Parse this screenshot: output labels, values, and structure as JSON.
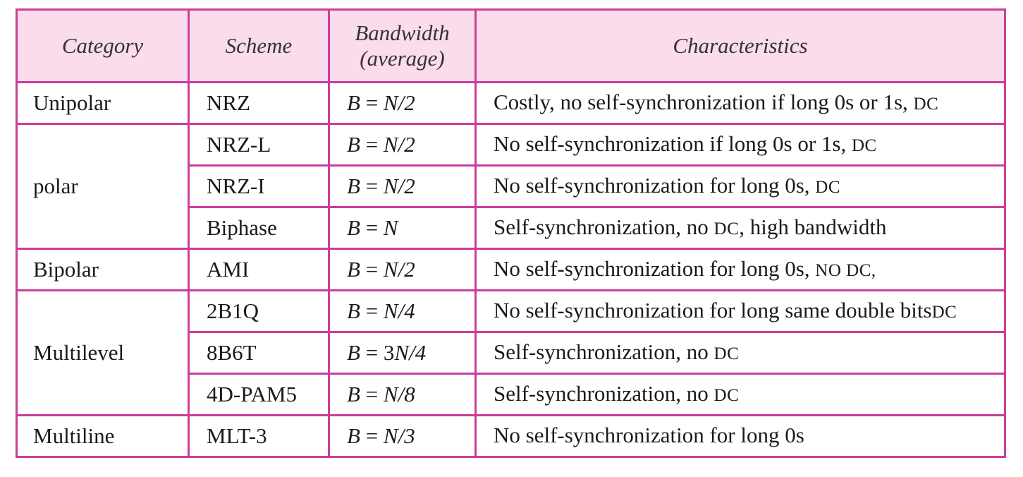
{
  "table": {
    "headers": {
      "category": "Category",
      "scheme": "Scheme",
      "bandwidth_line1": "Bandwidth",
      "bandwidth_line2": "(average)",
      "characteristics": "Characteristics"
    },
    "rows": [
      {
        "category": "Unipolar",
        "scheme": "NRZ",
        "bw_lhs": "B",
        "bw_eq": " = ",
        "bw_rhs": "N/2",
        "char_text": "Costly, no self-synchronization if long 0s or 1s, ",
        "char_dc": "DC",
        "char_tail": ""
      },
      {
        "category": "polar",
        "scheme": "NRZ-L",
        "bw_lhs": "B",
        "bw_eq": " = ",
        "bw_rhs": "N/2",
        "char_text": "No self-synchronization if long 0s or 1s, ",
        "char_dc": "DC",
        "char_tail": ""
      },
      {
        "category": "",
        "scheme": "NRZ-I",
        "bw_lhs": "B",
        "bw_eq": " = ",
        "bw_rhs": "N/2",
        "char_text": "No self-synchronization for long 0s, ",
        "char_dc": "DC",
        "char_tail": ""
      },
      {
        "category": "",
        "scheme": "Biphase",
        "bw_lhs": "B",
        "bw_eq": " = ",
        "bw_rhs": "N",
        "char_text": "Self-synchronization, no ",
        "char_dc": "DC",
        "char_tail": ", high bandwidth"
      },
      {
        "category": "Bipolar",
        "scheme": "AMI",
        "bw_lhs": "B",
        "bw_eq": " = ",
        "bw_rhs": "N/2",
        "char_text": "No self-synchronization for long 0s,  ",
        "char_dc": "NO DC,",
        "char_tail": ""
      },
      {
        "category": "Multilevel",
        "scheme": "2B1Q",
        "bw_lhs": "B",
        "bw_eq": " = ",
        "bw_rhs": "N/4",
        "char_text": "No self-synchronization for long same double bits",
        "char_dc": "DC",
        "char_tail": ""
      },
      {
        "category": "",
        "scheme": "8B6T",
        "bw_lhs": "B",
        "bw_eq": " = 3",
        "bw_rhs": "N/4",
        "char_text": "Self-synchronization, no ",
        "char_dc": "DC",
        "char_tail": ""
      },
      {
        "category": "",
        "scheme": "4D-PAM5",
        "bw_lhs": "B",
        "bw_eq": " = ",
        "bw_rhs": "N/8",
        "char_text": "Self-synchronization, no ",
        "char_dc": "DC",
        "char_tail": ""
      },
      {
        "category": "Multiline",
        "scheme": "MLT-3",
        "bw_lhs": "B",
        "bw_eq": " = ",
        "bw_rhs": "N/3",
        "char_text": "No self-synchronization for long 0s",
        "char_dc": "",
        "char_tail": ""
      }
    ]
  },
  "colors": {
    "border": "#cc3d9b",
    "header_bg": "#fbdcec"
  }
}
